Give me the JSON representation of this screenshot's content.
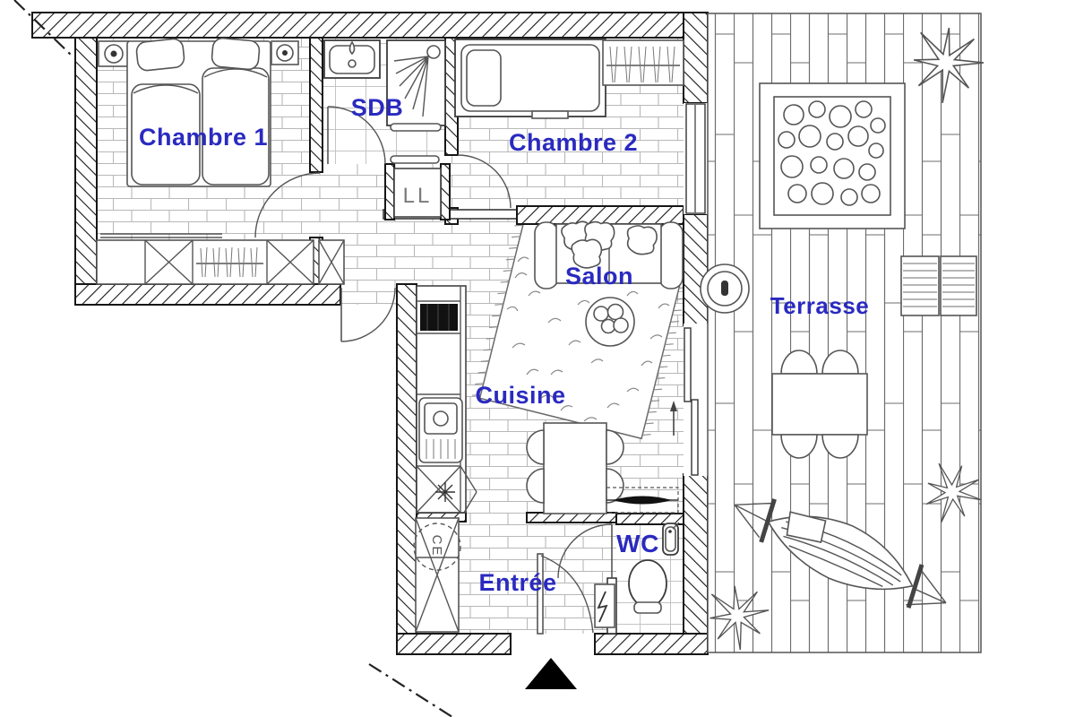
{
  "floorplan": {
    "rooms": [
      {
        "id": "chambre1",
        "label": "Chambre 1"
      },
      {
        "id": "sdb",
        "label": "SDB"
      },
      {
        "id": "chambre2",
        "label": "Chambre 2"
      },
      {
        "id": "salon",
        "label": "Salon"
      },
      {
        "id": "cuisine",
        "label": "Cuisine"
      },
      {
        "id": "entree",
        "label": "Entrée"
      },
      {
        "id": "wc",
        "label": "WC"
      },
      {
        "id": "terrasse",
        "label": "Terrasse"
      }
    ],
    "equipment": {
      "lave_linge": "LL",
      "chauffe_eau": "CE"
    },
    "colors": {
      "room_label": "#2a2ac0",
      "wall_line": "#161616",
      "furniture_line": "#555555",
      "floor_joint": "#b8b8b8",
      "deck_joint": "#6d6d6d",
      "entrance_marker": "#000000"
    }
  }
}
